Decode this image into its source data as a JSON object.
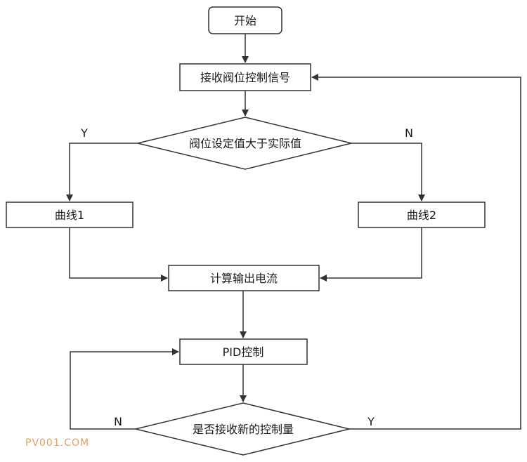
{
  "nodes": {
    "start": "开始",
    "receive": "接收阀位控制信号",
    "decision_compare": "阀位设定值大于实际值",
    "curve1": "曲线1",
    "curve2": "曲线2",
    "compute": "计算输出电流",
    "pid": "PID控制",
    "decision_new": "是否接收新的控制量"
  },
  "labels": {
    "compare_yes": "Y",
    "compare_no": "N",
    "new_no": "N",
    "new_yes": "Y"
  },
  "watermark": "PV001.COM"
}
